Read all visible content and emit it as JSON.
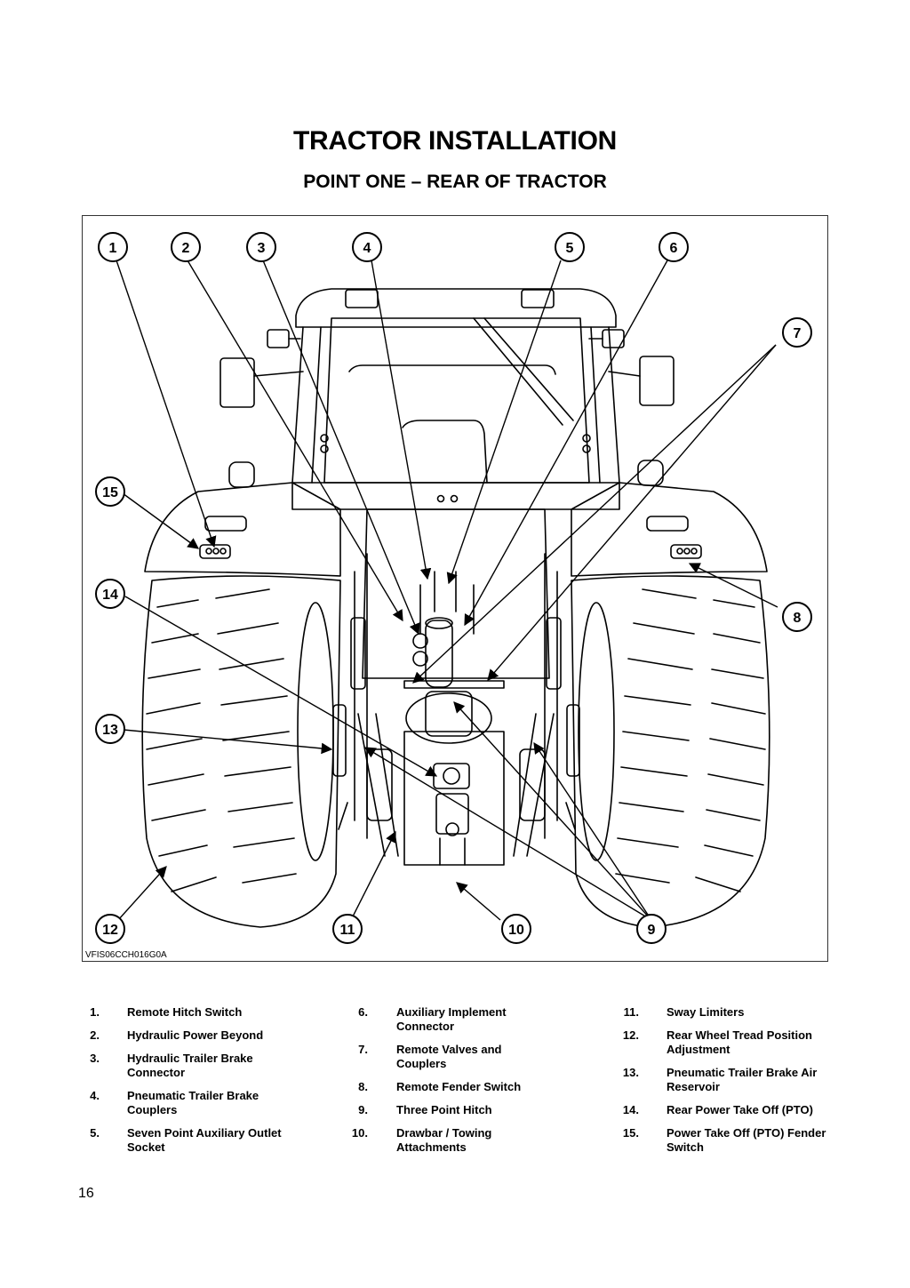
{
  "title": "TRACTOR INSTALLATION",
  "subtitle": "POINT ONE – REAR OF TRACTOR",
  "figure": {
    "code": "VFIS06CCH016G0A",
    "callouts": [
      "1",
      "2",
      "3",
      "4",
      "5",
      "6",
      "7",
      "8",
      "9",
      "10",
      "11",
      "12",
      "13",
      "14",
      "15"
    ]
  },
  "legend": [
    {
      "num": "1.",
      "text": "Remote Hitch Switch"
    },
    {
      "num": "2.",
      "text": "Hydraulic Power Beyond"
    },
    {
      "num": "3.",
      "text": "Hydraulic Trailer Brake Connector"
    },
    {
      "num": "4.",
      "text": "Pneumatic Trailer Brake Couplers"
    },
    {
      "num": "5.",
      "text": "Seven Point Auxiliary Outlet Socket"
    },
    {
      "num": "6.",
      "text": "Auxiliary Implement Connector"
    },
    {
      "num": "7.",
      "text": "Remote Valves and Couplers"
    },
    {
      "num": "8.",
      "text": "Remote Fender Switch"
    },
    {
      "num": "9.",
      "text": "Three Point Hitch"
    },
    {
      "num": "10.",
      "text": "Drawbar / Towing Attachments"
    },
    {
      "num": "11.",
      "text": "Sway Limiters"
    },
    {
      "num": "12.",
      "text": "Rear Wheel Tread Position Adjustment"
    },
    {
      "num": "13.",
      "text": "Pneumatic Trailer Brake Air Reservoir"
    },
    {
      "num": "14.",
      "text": "Rear Power Take Off (PTO)"
    },
    {
      "num": "15.",
      "text": "Power Take Off (PTO) Fender Switch"
    }
  ],
  "page_number": "16"
}
